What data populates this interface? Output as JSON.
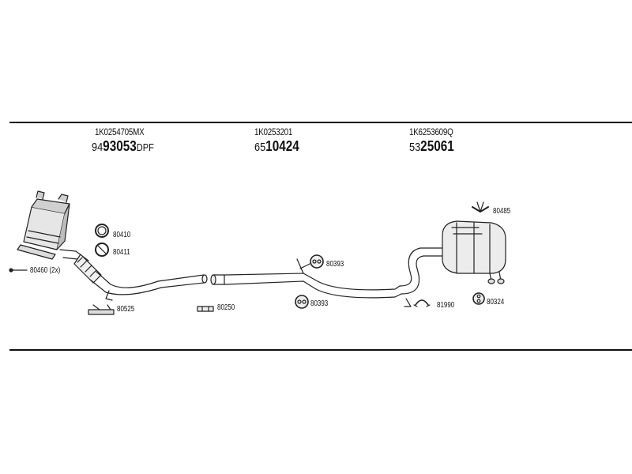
{
  "sections": [
    {
      "oe": "1K0254705MX",
      "prefix": "94",
      "main": "93053",
      "suffix": "DPF"
    },
    {
      "oe": "1K0253201",
      "prefix": "65",
      "main": "10424",
      "suffix": ""
    },
    {
      "oe": "1K6253609Q",
      "prefix": "53",
      "main": "25061",
      "suffix": ""
    }
  ],
  "parts": {
    "p80410": "80410",
    "p80411": "80411",
    "p80460": "80460 (2x)",
    "p80525": "80525",
    "p80250": "80250",
    "p80393a": "80393",
    "p80393b": "80393",
    "p81990": "81990",
    "p80324": "80324",
    "p80485": "80485"
  }
}
